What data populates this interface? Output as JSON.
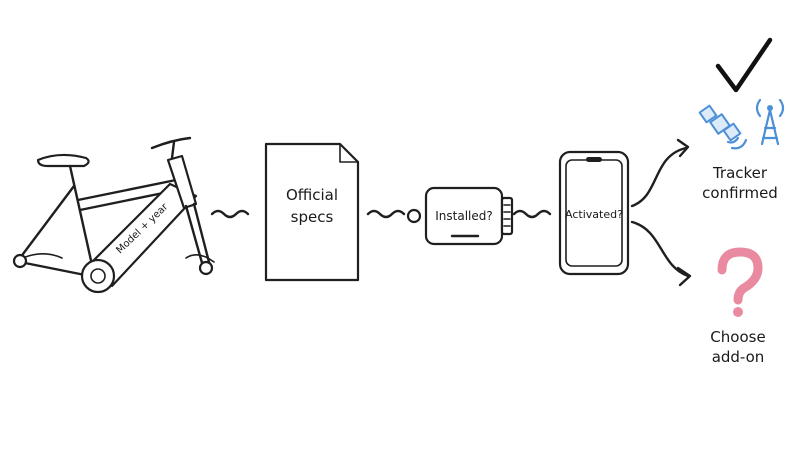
{
  "bike": {
    "frame_label": "Model + year"
  },
  "steps": {
    "specs": {
      "label_line1": "Official",
      "label_line2": "specs"
    },
    "installed": {
      "label": "Installed?"
    },
    "activated": {
      "label": "Activated?"
    }
  },
  "outcomes": {
    "confirmed": {
      "line1": "Tracker",
      "line2": "confirmed",
      "icons": [
        "check-icon",
        "satellite-icon",
        "cell-tower-icon"
      ]
    },
    "addon": {
      "line1": "Choose",
      "line2": "add-on",
      "icons": [
        "question-mark-icon"
      ]
    }
  },
  "colors": {
    "ink": "#1f1f1f",
    "accent_blue": "#4d8fd6",
    "accent_pink": "#ea8aa0"
  }
}
